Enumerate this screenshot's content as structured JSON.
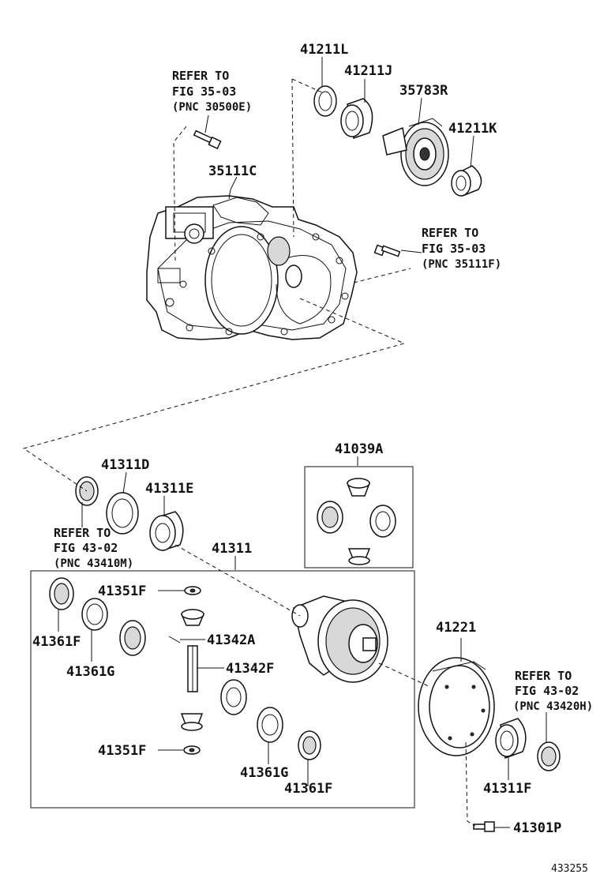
{
  "labels": {
    "p41211L": "41211L",
    "p41211J": "41211J",
    "p35783R": "35783R",
    "p41211K": "41211K",
    "p35111C": "35111C",
    "p41039A": "41039A",
    "p41311D": "41311D",
    "p41311E": "41311E",
    "p41311": "41311",
    "p41351F_top": "41351F",
    "p41342A": "41342A",
    "p41361F_left": "41361F",
    "p41361G_left": "41361G",
    "p41342F": "41342F",
    "p41351F_bottom": "41351F",
    "p41361G_right": "41361G",
    "p41361F_right": "41361F",
    "p41221": "41221",
    "p41311F": "41311F",
    "p41301P": "41301P"
  },
  "references": {
    "top_left": {
      "line1": "REFER TO",
      "line2": "FIG 35-03",
      "line3": "(PNC 30500E)"
    },
    "top_right": {
      "line1": "REFER TO",
      "line2": "FIG 35-03",
      "line3": "(PNC 35111F)"
    },
    "mid_left": {
      "line1": "REFER TO",
      "line2": "FIG 43-02",
      "line3": "(PNC 43410M)"
    },
    "bottom_right": {
      "line1": "REFER TO",
      "line2": "FIG 43-02",
      "line3": "(PNC 43420H)"
    }
  },
  "figure_number": "433255"
}
